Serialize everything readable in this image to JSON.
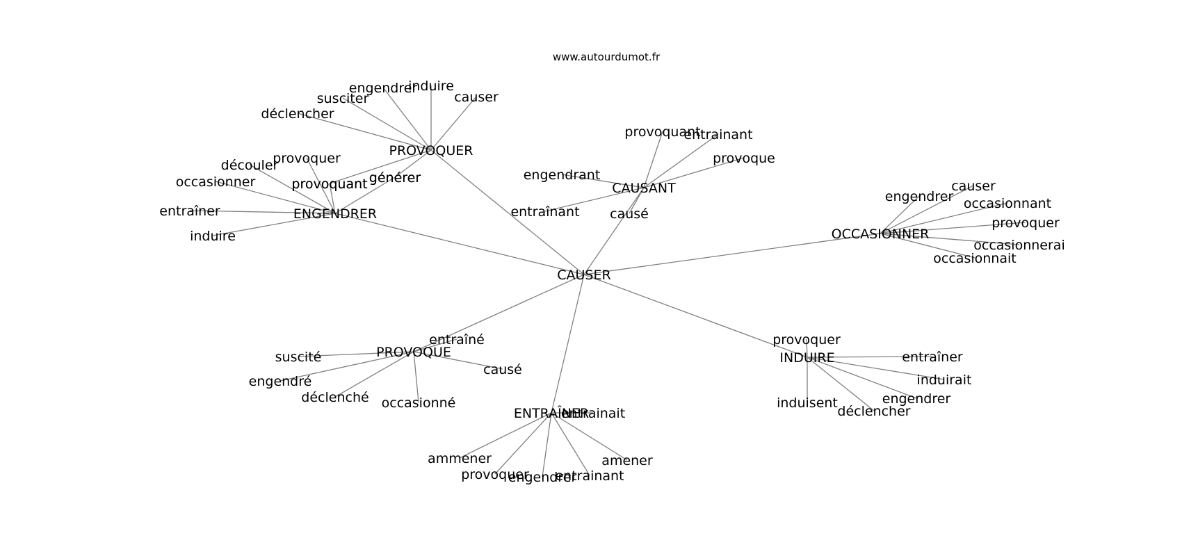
{
  "watermark": "www.autourdumot.fr",
  "root": "CAUSER",
  "hubs": [
    {
      "id": "provoquer_hub",
      "label": "PROVOQUER",
      "leaves": [
        "déclencher",
        "susciter",
        "engendrer",
        "induire",
        "causer",
        "provoquant",
        "générer"
      ]
    },
    {
      "id": "engendrer_hub",
      "label": "ENGENDRER",
      "leaves": [
        "découler",
        "provoquer",
        "occasionner",
        "provoquant",
        "générer",
        "entraîner",
        "induire"
      ]
    },
    {
      "id": "causant_hub",
      "label": "CAUSANT",
      "leaves": [
        "provoquant",
        "entrainant",
        "provoque",
        "engendrant",
        "entraînant",
        "causé"
      ]
    },
    {
      "id": "occasionner_hub",
      "label": "OCCASIONNER",
      "leaves": [
        "engendrer",
        "causer",
        "occasionnant",
        "provoquer",
        "occasionnerai",
        "occasionnait"
      ]
    },
    {
      "id": "provoque_hub",
      "label": "PROVOQUE",
      "leaves": [
        "entraîné",
        "suscité",
        "engendré",
        "déclenché",
        "occasionné",
        "causé"
      ]
    },
    {
      "id": "entrainer_hub",
      "label": "ENTRAÎNER",
      "leaves": [
        "entrainait",
        "ammener",
        "provoquer",
        "engendrer",
        "entrainant",
        "amener"
      ]
    },
    {
      "id": "induire_hub",
      "label": "INDUIRE",
      "leaves": [
        "provoquer",
        "entraîner",
        "induirait",
        "engendrer",
        "déclencher",
        "induisent"
      ]
    }
  ]
}
